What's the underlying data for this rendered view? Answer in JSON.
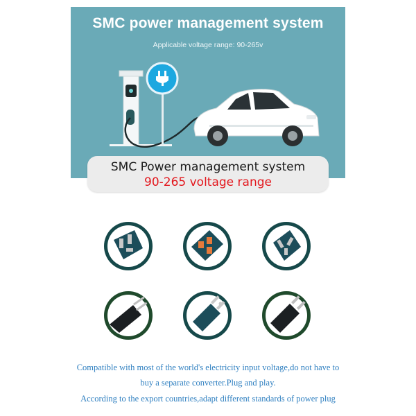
{
  "banner": {
    "title": "SMC power management system",
    "subtitle": "Applicable voltage range: 90-265v",
    "bg_color": "#6aaab7"
  },
  "pill": {
    "line1": "SMC Power management system",
    "line2": "90-265 voltage range",
    "accent_color": "#e3171d"
  },
  "plugs": [
    {
      "icon": "uk-plug-icon",
      "ring": "#16494a"
    },
    {
      "icon": "uk-plug-orange-pins-icon",
      "ring": "#16494a"
    },
    {
      "icon": "au-plug-icon",
      "ring": "#16494a"
    },
    {
      "icon": "eu-plug-icon",
      "ring": "#1f4a2c"
    },
    {
      "icon": "us-grounded-plug-icon",
      "ring": "#16494a"
    },
    {
      "icon": "us-plug-icon",
      "ring": "#1f4a2c"
    }
  ],
  "captions": {
    "line1": "Compatible with most of the world's electricity input voltage,do not have to",
    "line2": "buy a separate converter.Plug and play.",
    "line3": "According to the export countries,adapt different standards of power plug",
    "color": "#2e7fc0"
  }
}
